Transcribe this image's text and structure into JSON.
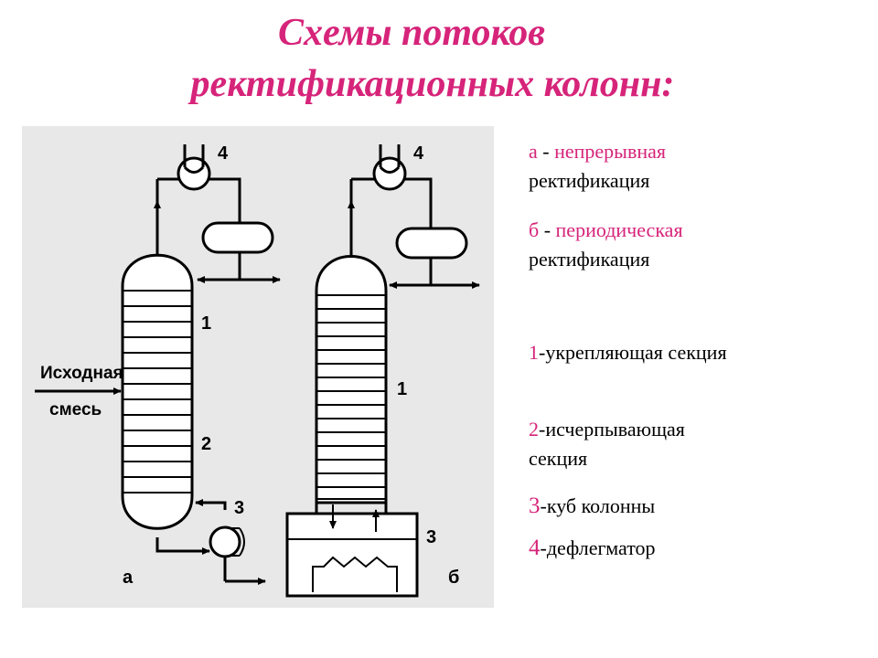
{
  "title": {
    "line1": "Схемы потоков",
    "line2": "ректификационных колонн:"
  },
  "diagram": {
    "label_a": "а",
    "label_b": "б",
    "feed_line1": "Исходная",
    "feed_line2": "смесь",
    "num1": "1",
    "num2": "2",
    "num3": "3",
    "num4": "4",
    "colors": {
      "background": "#e8e8e8",
      "ink": "#000000"
    }
  },
  "legend": {
    "a_key": "а",
    "a_dash": " - ",
    "a_title": "непрерывная",
    "a_sub": "ректификация",
    "b_key": "б",
    "b_dash": " - ",
    "b_title": "периодическая",
    "b_sub": "ректификация",
    "i1_num": "1",
    "i1_text": "-укрепляющая секция",
    "i2_num": "2",
    "i2_text1": "-исчерпывающая",
    "i2_text2": "секция",
    "i3_num": "3",
    "i3_text": "-куб колонны",
    "i4_num": "4",
    "i4_text": "-дефлегматор"
  },
  "colors": {
    "accent": "#d6247a",
    "text": "#000000"
  }
}
